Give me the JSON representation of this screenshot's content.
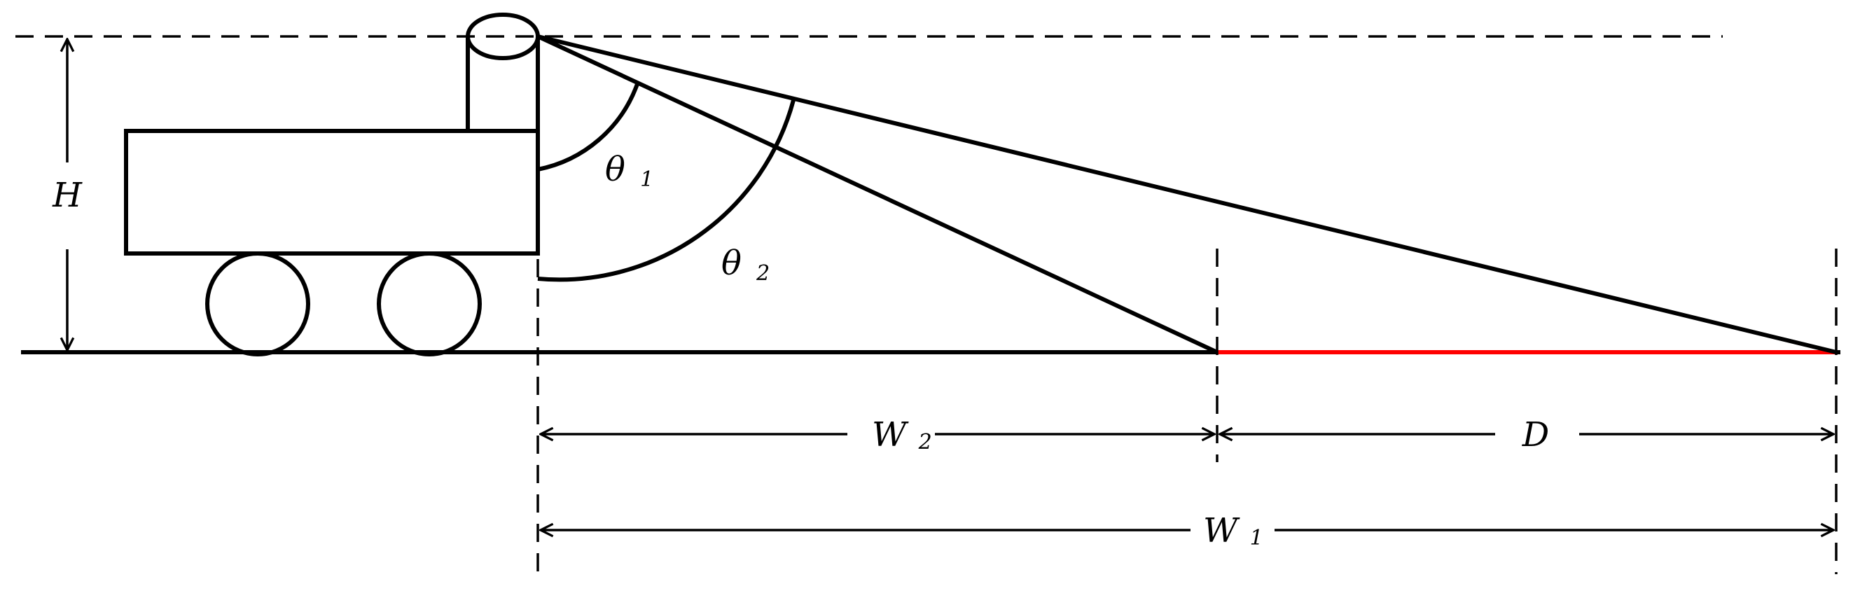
{
  "labels": {
    "height": "H",
    "angle1": "θ",
    "angle1_sub": "1",
    "angle2": "θ",
    "angle2_sub": "2",
    "width2": "W",
    "width2_sub": "2",
    "distance": "D",
    "width1": "W",
    "width1_sub": "1"
  },
  "colors": {
    "line": "#000000",
    "highlight": "#ff0000",
    "background": "#ffffff"
  }
}
